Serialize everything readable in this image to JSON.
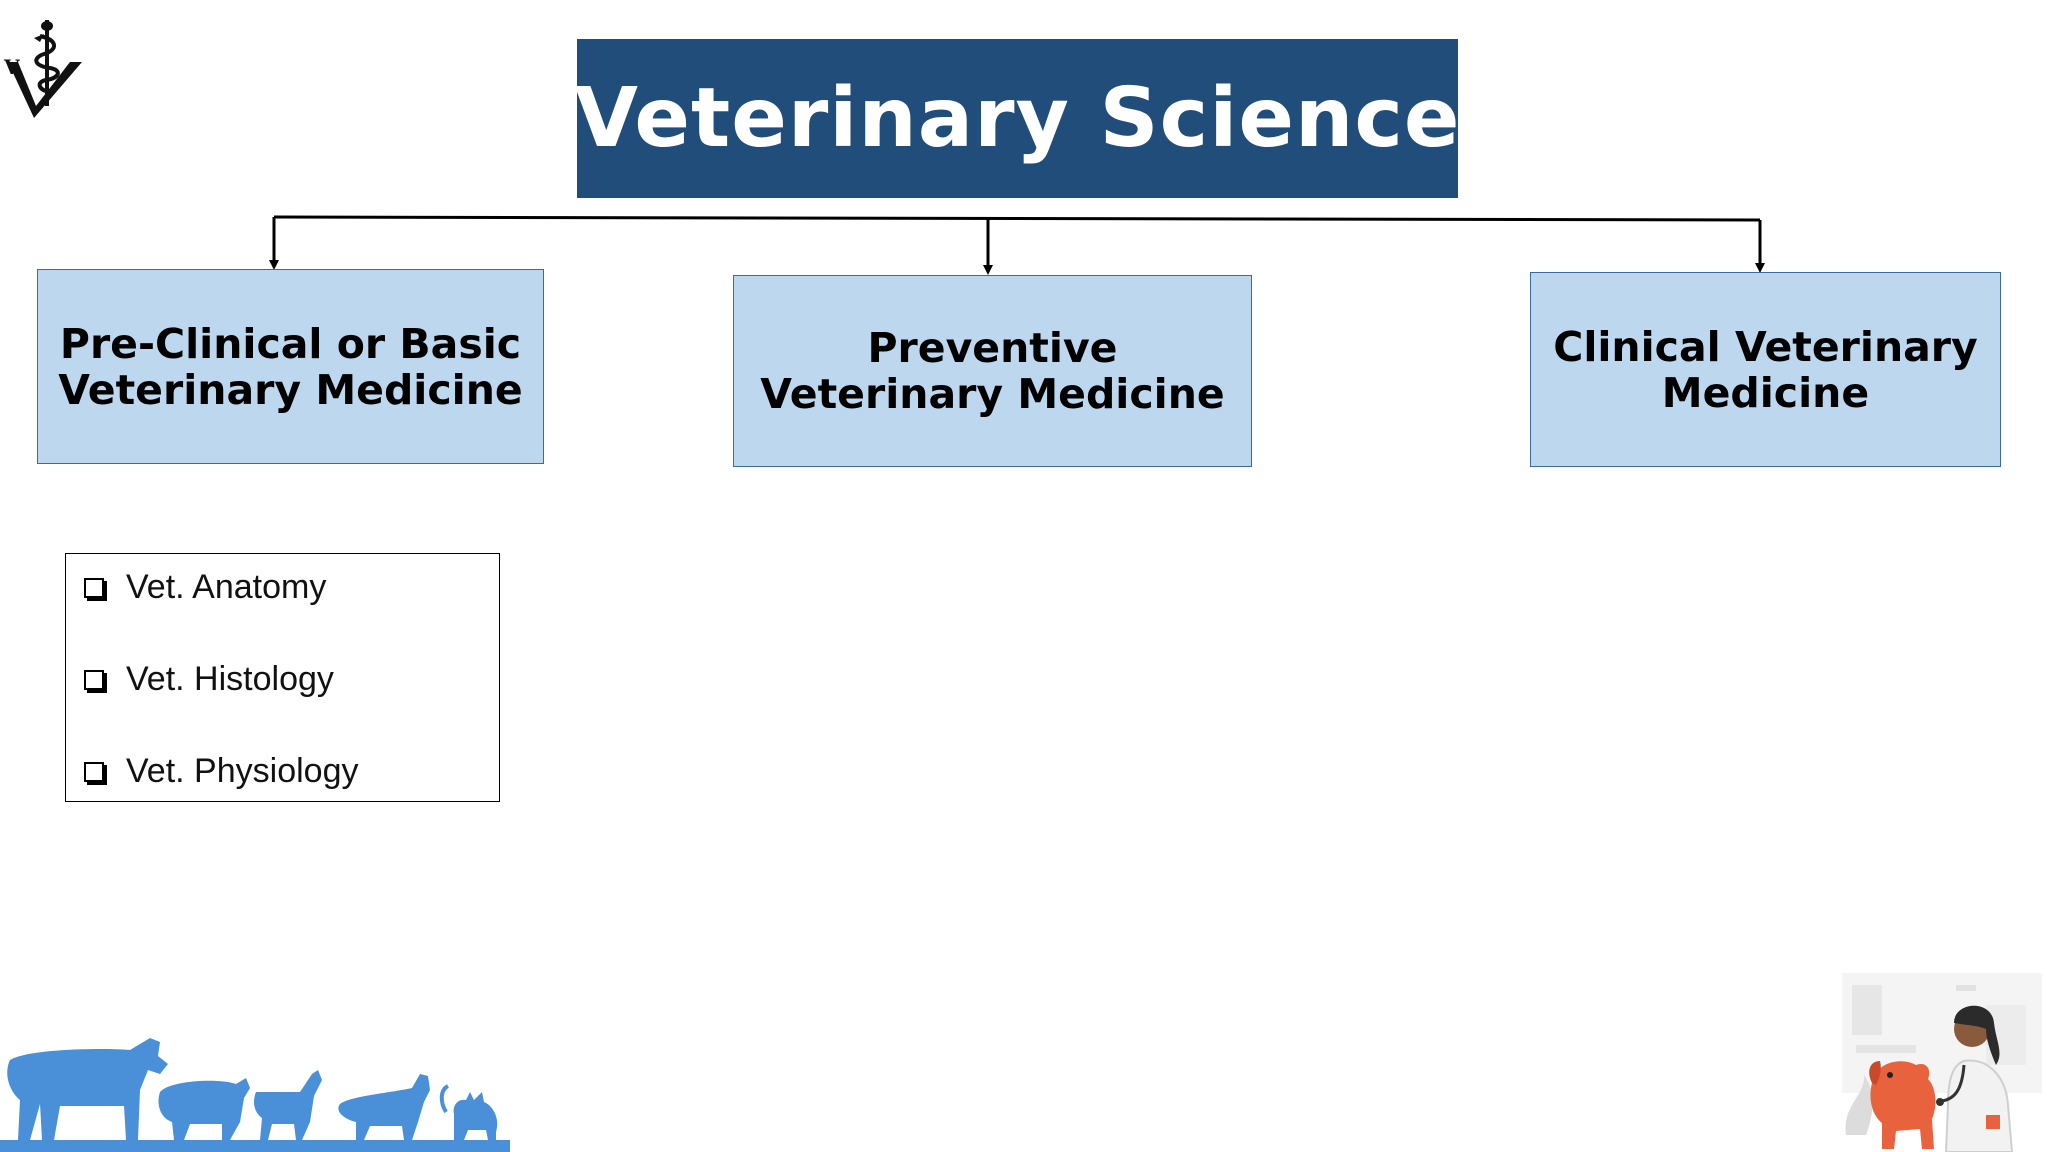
{
  "title": "Veterinary Science",
  "branches": [
    {
      "line1": "Pre-Clinical or Basic",
      "line2": "Veterinary Medicine"
    },
    {
      "line1": "Preventive",
      "line2": "Veterinary Medicine"
    },
    {
      "line1": "Clinical Veterinary",
      "line2": "Medicine"
    }
  ],
  "subjects": [
    "Vet. Anatomy",
    "Vet. Histology",
    "Vet. Physiology"
  ],
  "logo_letter": "V",
  "colors": {
    "title_bg": "#214d7a",
    "branch_bg": "#bdd7ee",
    "animal_blue": "#4a90d9"
  },
  "icons": {
    "logo": "veterinary-caduceus-v-logo",
    "animals": "farm-animals-silhouette",
    "vet_illustration": "vet-with-dog-illustration"
  }
}
